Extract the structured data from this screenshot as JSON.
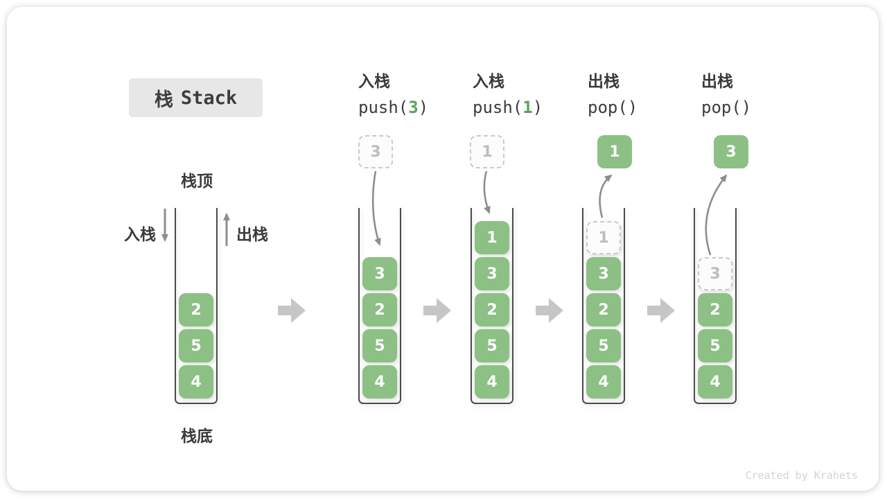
{
  "title": {
    "zh": "栈",
    "en": "Stack"
  },
  "legend": {
    "top": "栈顶",
    "bottom": "栈底",
    "push_side": "入栈",
    "pop_side": "出栈"
  },
  "ops": [
    {
      "label": "入栈",
      "code_prefix": "push(",
      "code_arg": "3",
      "code_suffix": ")",
      "item": "3"
    },
    {
      "label": "入栈",
      "code_prefix": "push(",
      "code_arg": "1",
      "code_suffix": ")",
      "item": "1"
    },
    {
      "label": "出栈",
      "code_prefix": "pop(",
      "code_arg": "",
      "code_suffix": ")",
      "item": "1"
    },
    {
      "label": "出栈",
      "code_prefix": "pop(",
      "code_arg": "",
      "code_suffix": ")",
      "item": "3"
    }
  ],
  "stacks": [
    {
      "name": "initial",
      "items": [
        "2",
        "5",
        "4"
      ]
    },
    {
      "name": "after-push-3",
      "items": [
        "3",
        "2",
        "5",
        "4"
      ]
    },
    {
      "name": "after-push-1",
      "items": [
        "1",
        "3",
        "2",
        "5",
        "4"
      ]
    },
    {
      "name": "after-pop-1",
      "ghost": "1",
      "items": [
        "3",
        "2",
        "5",
        "4"
      ]
    },
    {
      "name": "after-pop-3",
      "ghost": "3",
      "items": [
        "2",
        "5",
        "4"
      ]
    }
  ],
  "colors": {
    "cell_green": "#8CC084",
    "code_arg_green": "#5BA25B",
    "ghost_border": "#C9C9C9",
    "ghost_text": "#BDBDBD",
    "arrow_gray": "#8D8D8D",
    "step_arrow_gray": "#C6C6C6",
    "title_bg": "#E7E7E7",
    "text_dark": "#3A3A3A"
  },
  "watermark": "Created by Krahets"
}
